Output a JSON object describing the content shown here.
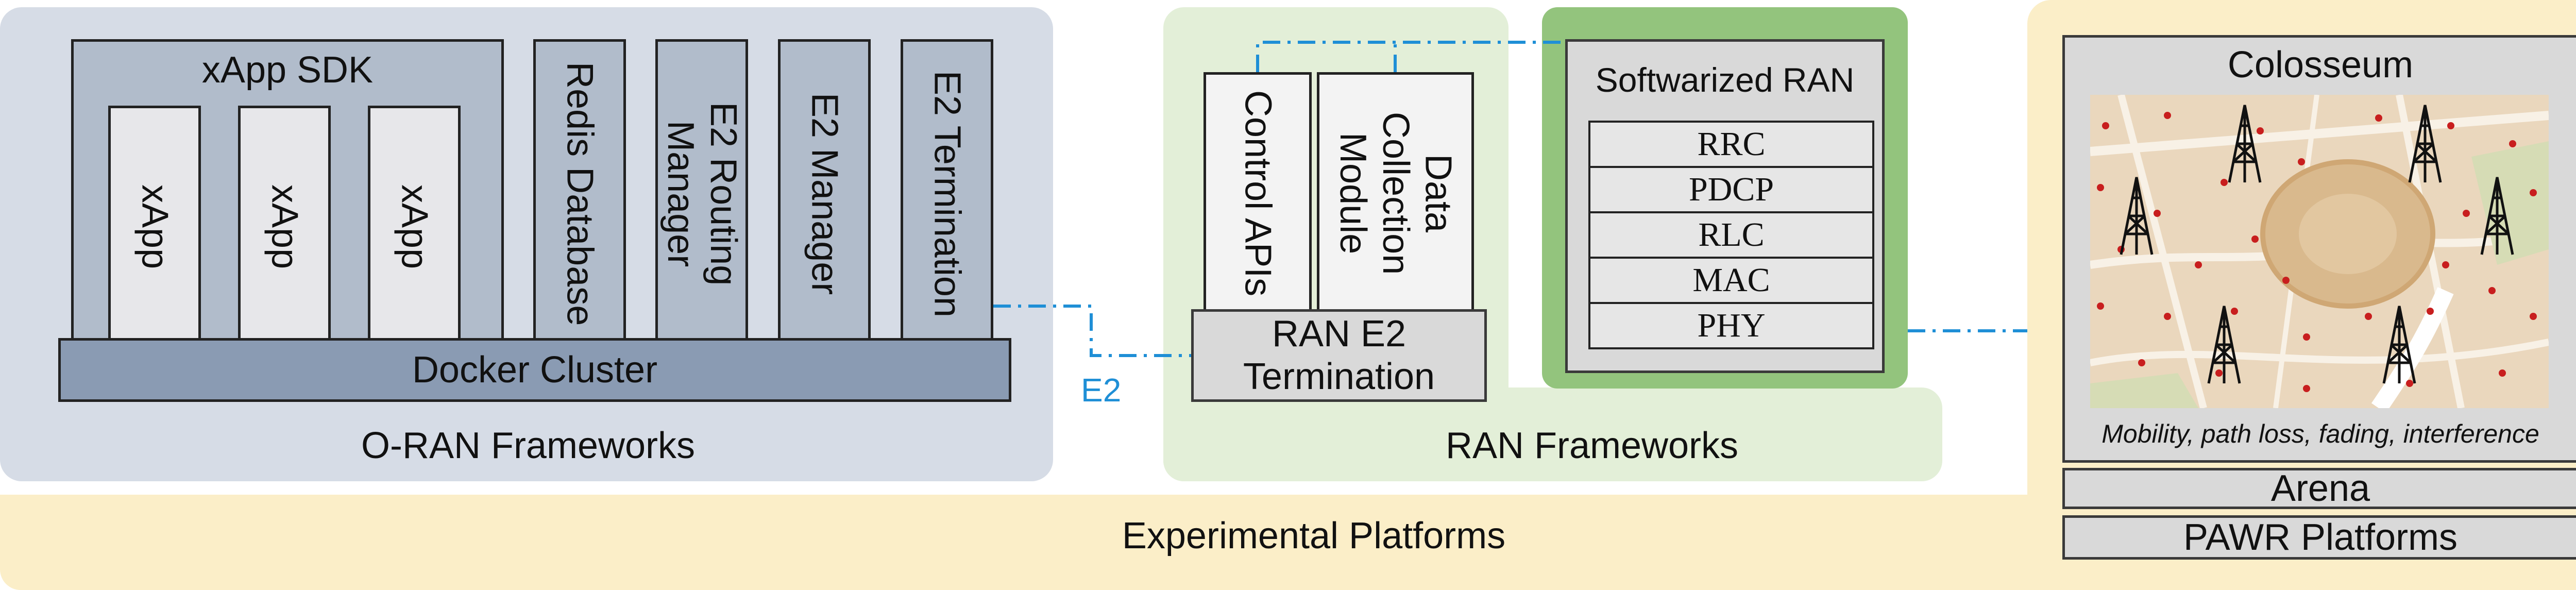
{
  "experimental_platforms": {
    "title": "Experimental Platforms",
    "colosseum": {
      "title": "Colosseum",
      "caption": "Mobility, path loss, fading, interference"
    },
    "arena": "Arena",
    "pawr": "PAWR Platforms"
  },
  "oran_frameworks": {
    "title": "O-RAN Frameworks",
    "xapp_sdk": {
      "title": "xApp SDK",
      "xapps": [
        "xApp",
        "xApp",
        "xApp"
      ]
    },
    "components": [
      "Redis Database",
      "E2 Routing Manager",
      "E2 Manager",
      "E2 Termination"
    ],
    "docker_cluster": "Docker Cluster"
  },
  "ran_frameworks": {
    "title": "RAN Frameworks",
    "control_apis": "Control APIs",
    "data_collection": "Data Collection Module",
    "ran_e2_termination": "RAN E2 Termination",
    "softwarized_ran": {
      "title": "Softwarized RAN",
      "layers": [
        "RRC",
        "PDCP",
        "RLC",
        "MAC",
        "PHY"
      ]
    }
  },
  "links": {
    "e2_label": "E2"
  },
  "colors": {
    "link": "#1f8fd6",
    "experimental_bg": "#fbeec8",
    "oran_bg": "#d6dce6",
    "ran_bg": "#e3efd8",
    "softwarized_bg": "#93c47d"
  }
}
